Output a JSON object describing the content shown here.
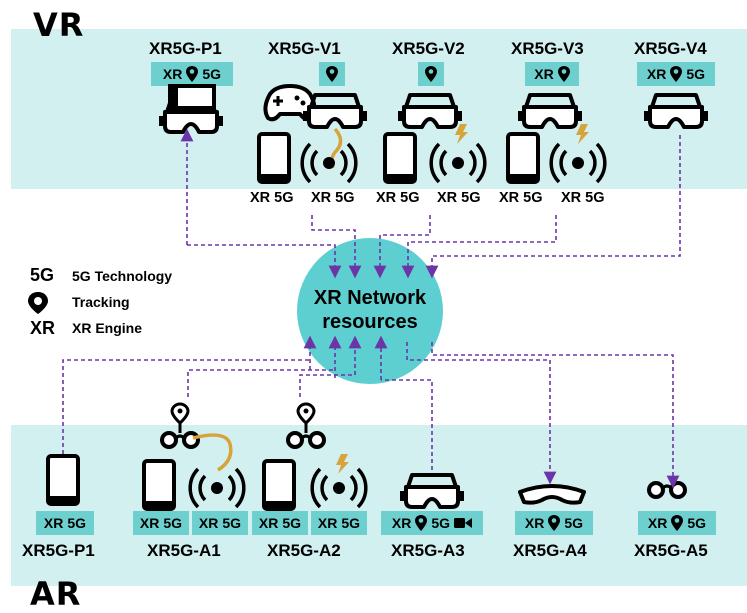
{
  "sections": {
    "vr": "VR",
    "ar": "AR"
  },
  "hub": {
    "line1": "XR Network",
    "line2": "resources",
    "color": "#5ecfd0"
  },
  "legend": [
    {
      "key": "5G",
      "text": "5G Technology"
    },
    {
      "key": "pin",
      "text": "Tracking"
    },
    {
      "key": "XR",
      "text": "XR Engine"
    }
  ],
  "vr_devices": [
    {
      "name": "XR5G-P1",
      "chip": [
        "XR",
        "pin",
        "5G"
      ],
      "device": "phone-in-headset"
    },
    {
      "name": "XR5G-V1",
      "chip": [
        "pin"
      ],
      "device": "headset",
      "extra": "gamepad",
      "link": "wire",
      "under": [
        "XR 5G",
        "XR 5G"
      ]
    },
    {
      "name": "XR5G-V2",
      "chip": [
        "pin"
      ],
      "device": "headset",
      "link": "wireless",
      "under": [
        "XR 5G",
        "XR 5G"
      ]
    },
    {
      "name": "XR5G-V3",
      "chip": [
        "XR",
        "pin"
      ],
      "device": "headset",
      "link": "wireless",
      "under": [
        "XR 5G",
        "XR 5G"
      ]
    },
    {
      "name": "XR5G-V4",
      "chip": [
        "XR",
        "pin",
        "5G"
      ],
      "device": "headset"
    }
  ],
  "ar_devices": [
    {
      "name": "XR5G-P1",
      "chips": [
        [
          "XR",
          "5G"
        ]
      ],
      "device": "phone"
    },
    {
      "name": "XR5G-A1",
      "chips": [
        [
          "XR",
          "5G"
        ],
        [
          "XR",
          "5G"
        ]
      ],
      "device": "glasses",
      "link": "wire"
    },
    {
      "name": "XR5G-A2",
      "chips": [
        [
          "XR",
          "5G"
        ],
        [
          "XR",
          "5G"
        ]
      ],
      "device": "glasses",
      "link": "wireless"
    },
    {
      "name": "XR5G-A3",
      "chips": [
        [
          "XR",
          "pin",
          "5G",
          "camera"
        ]
      ],
      "device": "headset"
    },
    {
      "name": "XR5G-A4",
      "chips": [
        [
          "XR",
          "pin",
          "5G"
        ]
      ],
      "device": "visor"
    },
    {
      "name": "XR5G-A5",
      "chips": [
        [
          "XR",
          "pin",
          "5G"
        ]
      ],
      "device": "glasses"
    }
  ],
  "colors": {
    "band": "#d3f0f1",
    "chip": "#6ecfcf",
    "arrow": "#6b35a8",
    "cable": "#d6a43b"
  }
}
